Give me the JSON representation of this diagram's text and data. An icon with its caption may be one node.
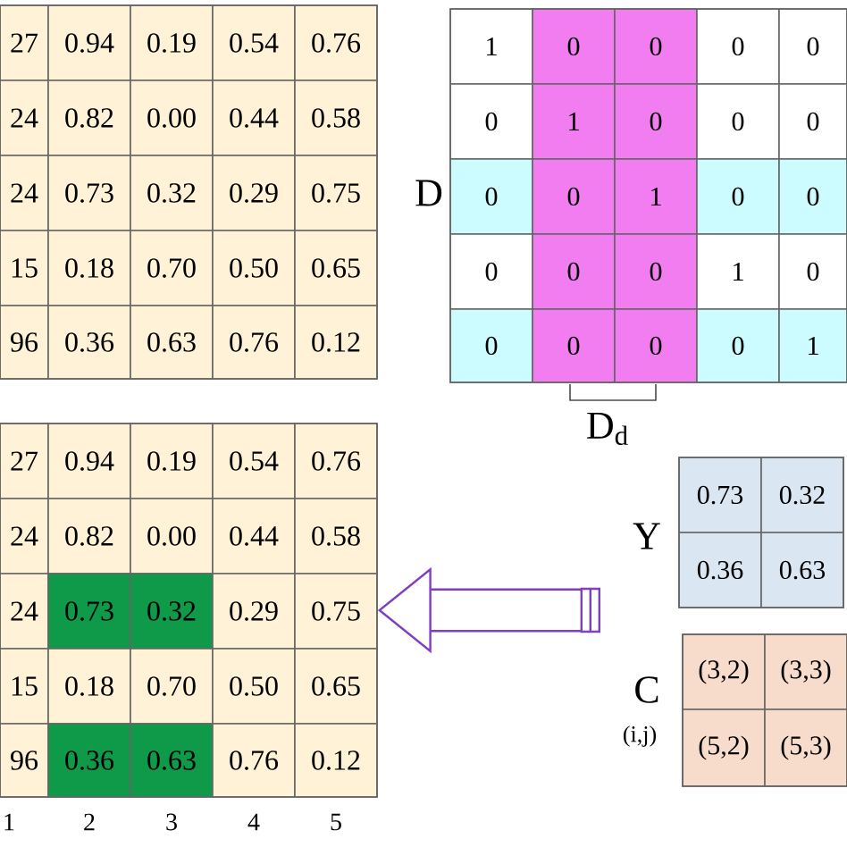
{
  "diagram": {
    "nodes": [
      {
        "text": [
          "27",
          "0.94",
          "0.19",
          "0.54",
          "0.76",
          "24",
          "0.82",
          "0.00",
          "0.44",
          "0.58",
          "24",
          "0.73",
          "0.32",
          "0.29",
          "0.75",
          "15",
          "0.18",
          "0.70",
          "0.50",
          "0.65",
          "96",
          "0.36",
          "0.63",
          "0.76",
          "0.12"
        ]
      },
      {
        "text": [
          "27",
          "0.94",
          "0.19",
          "0.54",
          "0.76",
          "24",
          "0.82",
          "0.00",
          "0.44",
          "0.58",
          "24",
          "0.73",
          "0.32",
          "0.29",
          "0.75",
          "15",
          "0.18",
          "0.70",
          "0.50",
          "0.65",
          "96",
          "0.36",
          "0.63",
          "0.76",
          "0.12"
        ],
        "beside": [
          "1",
          "2",
          "3",
          "4",
          "5"
        ]
      },
      {
        "text": [
          "1",
          "0",
          "0",
          "0",
          "0",
          "0",
          "1",
          "0",
          "0",
          "0",
          "0",
          "0",
          "1",
          "0",
          "0",
          "0",
          "0",
          "0",
          "1",
          "0",
          "0",
          "0",
          "0",
          "0",
          "1"
        ],
        "beside": [
          "D"
        ]
      },
      {
        "text": [
          "0.73",
          "0.32",
          "0.36",
          "0.63"
        ],
        "beside": [
          "Y"
        ]
      },
      {
        "text": [
          "(3,2)",
          "(3,3)",
          "(5,2)",
          "(5,3)"
        ],
        "beside": [
          "C",
          "(i,j)"
        ]
      }
    ],
    "edges": [
      {
        "from": null,
        "to": 1,
        "arrow": "to",
        "color": "#7f3fbf"
      }
    ],
    "labels": [
      "D$_{d}$"
    ]
  }
}
